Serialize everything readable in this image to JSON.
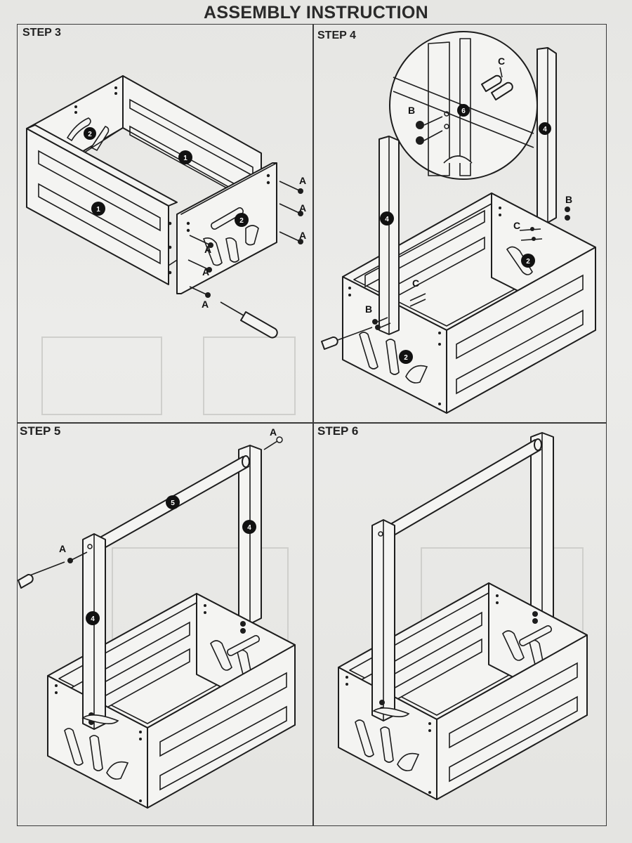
{
  "title": "ASSEMBLY INSTRUCTION",
  "steps": [
    {
      "label": "STEP 3"
    },
    {
      "label": "STEP 4"
    },
    {
      "label": "STEP 5"
    },
    {
      "label": "STEP 6"
    }
  ],
  "parts": {
    "p1": "1",
    "p2": "2",
    "p4": "4",
    "p5": "5",
    "p6": "6"
  },
  "hardware": {
    "screw_a": "A",
    "screw_b": "B",
    "dowel_c": "C"
  }
}
